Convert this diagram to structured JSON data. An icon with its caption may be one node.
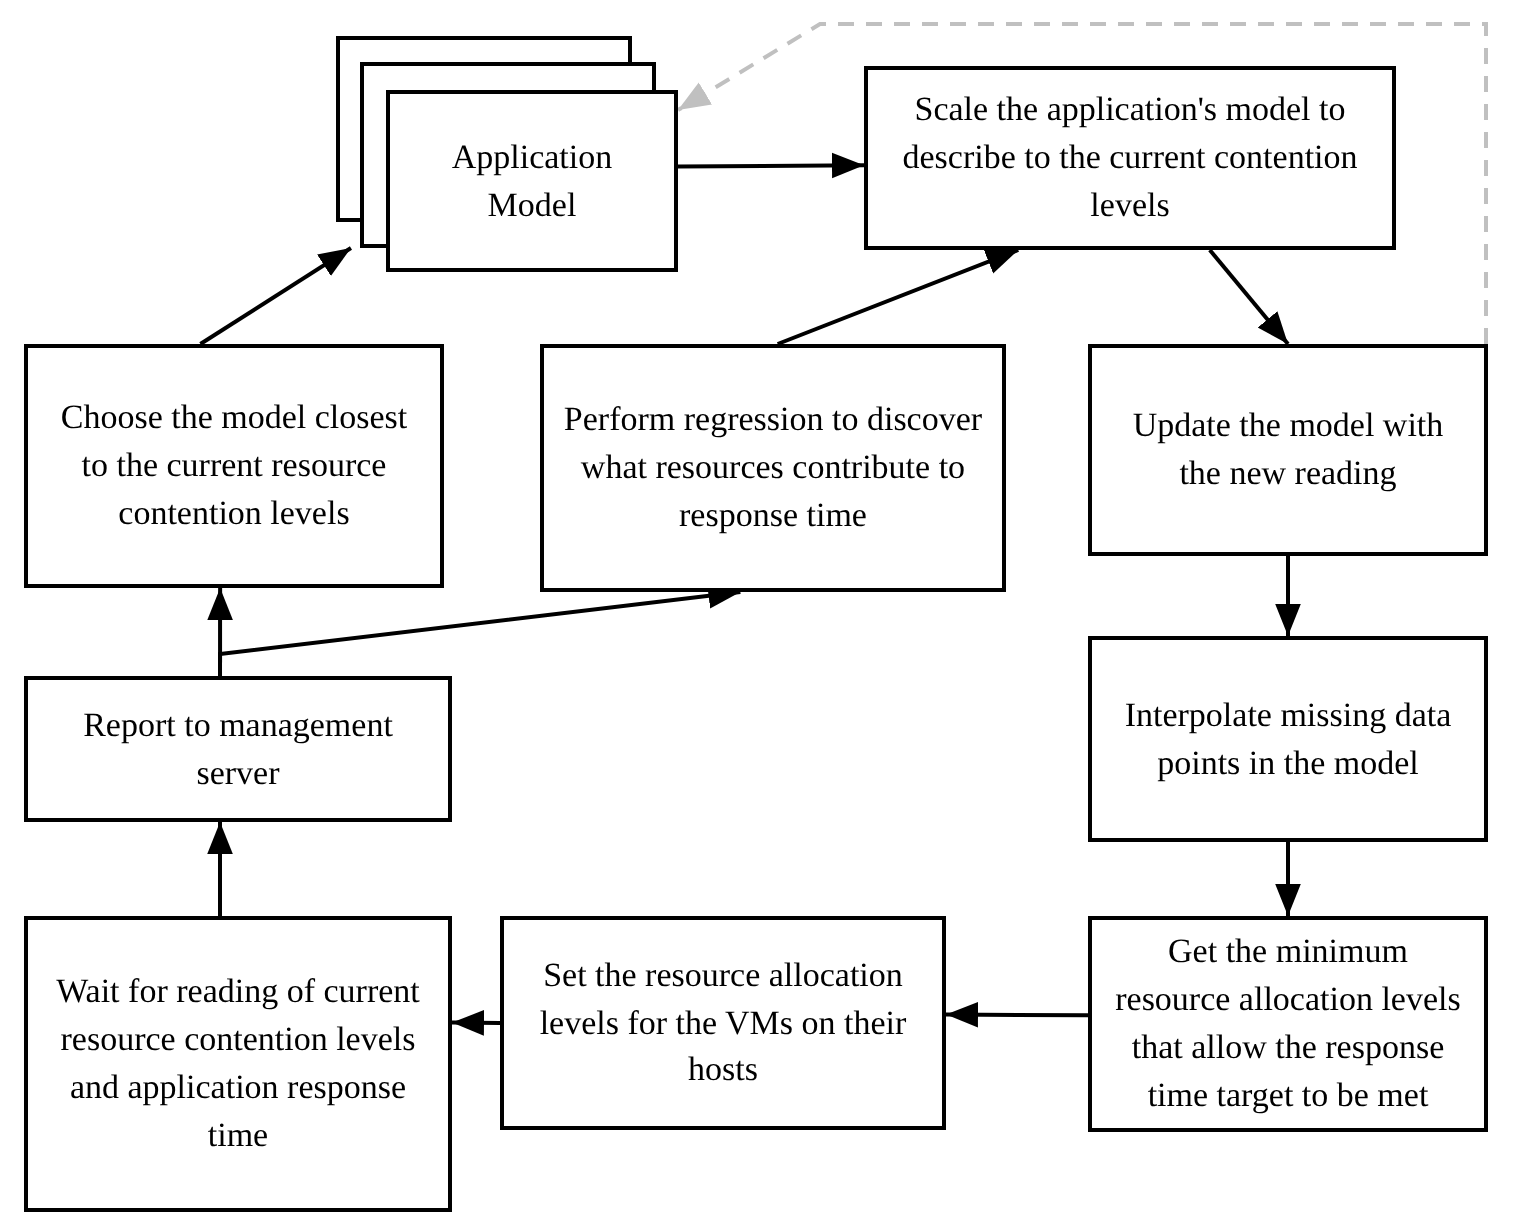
{
  "diagram": {
    "nodes": [
      {
        "text": [
          "Application Model"
        ]
      },
      {
        "text": [
          "Scale the application's model to describe to the current contention levels"
        ]
      },
      {
        "text": [
          "Choose the model closest to the current resource contention levels"
        ]
      },
      {
        "text": [
          "Perform regression to discover what resources contribute to response time"
        ]
      },
      {
        "text": [
          "Update the model with the new reading"
        ]
      },
      {
        "text": [
          "Report to management server"
        ]
      },
      {
        "text": [
          "Interpolate missing data points in the model"
        ]
      },
      {
        "text": [
          "Wait for reading of current resource contention levels and application response time"
        ]
      },
      {
        "text": [
          "Set the resource allocation levels for the VMs on their hosts"
        ]
      },
      {
        "text": [
          "Get the minimum resource allocation levels that allow the response time target to be met"
        ]
      }
    ],
    "edges": [
      {
        "from": 0,
        "to": 1,
        "arrow": "to"
      },
      {
        "from": 2,
        "to": 0,
        "arrow": "to"
      },
      {
        "from": 3,
        "to": 1,
        "arrow": "to"
      },
      {
        "from": 1,
        "to": 4,
        "arrow": "to"
      },
      {
        "from": 4,
        "to": 6,
        "arrow": "to"
      },
      {
        "from": 6,
        "to": 9,
        "arrow": "to"
      },
      {
        "from": 9,
        "to": 8,
        "arrow": "to"
      },
      {
        "from": 8,
        "to": 7,
        "arrow": "to"
      },
      {
        "from": 7,
        "to": 5,
        "arrow": "to"
      },
      {
        "from": 5,
        "to": 2,
        "arrow": "to"
      },
      {
        "from": 5,
        "to": 3,
        "arrow": "to"
      },
      {
        "from": 4,
        "to": 0,
        "arrow": "to",
        "style": "dashed",
        "color": "#c0c0c0"
      }
    ]
  }
}
